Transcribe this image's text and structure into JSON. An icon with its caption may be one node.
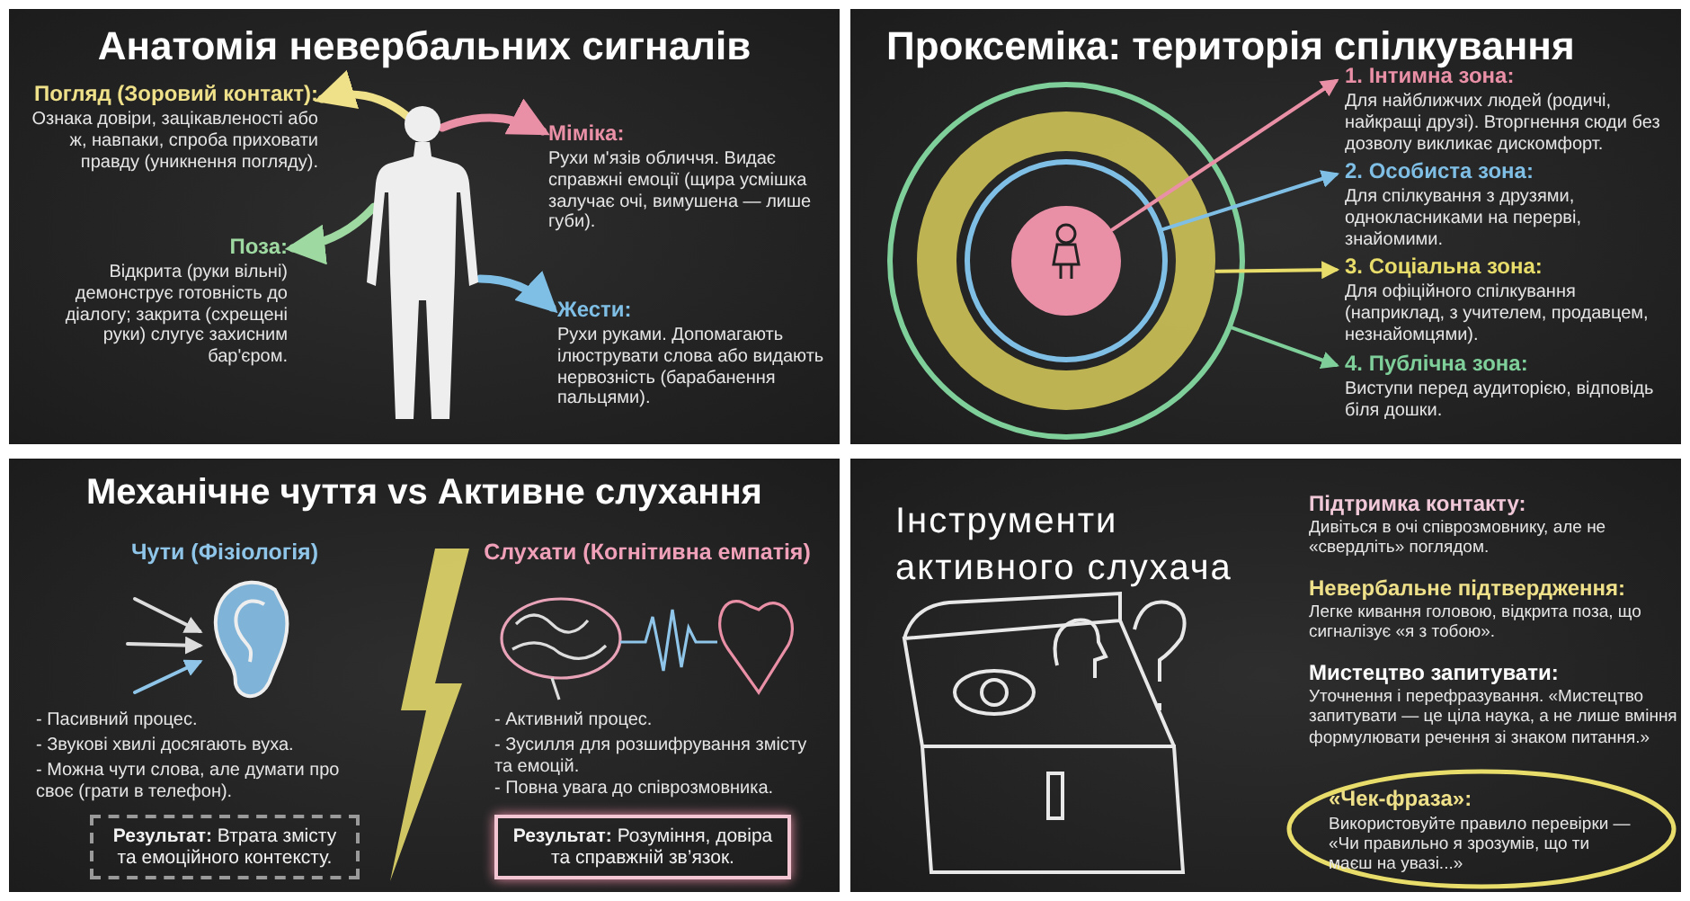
{
  "diagram": {
    "nodes": [
      {
        "text": [
          "Анатомія невербальних сигналів"
        ]
      },
      {
        "text": [
          "Погляд (Зоровий контакт):",
          "Ознака довіри, зацікавленості або ж, навпаки, спроба приховати правду (уникнення погляду)."
        ],
        "in": 0
      },
      {
        "text": [],
        "shape": "person",
        "in": 0
      },
      {
        "text": [
          "Міміка:",
          "Рухи м'язів обличчя. Видає справжні емоції (щира усмішка залучає очі, вимушена — лише губи)."
        ],
        "in": 0
      },
      {
        "text": [
          "Поза:",
          "Відкрита (руки вільні) демонструє готовність до діалогу; закрита (схрещені руки) слугує захисним бар'єром."
        ],
        "in": 0
      },
      {
        "text": [
          "Жести:",
          "Рухи руками. Допомагають ілюструвати слова або видають нервозність (барабанення пальцями)."
        ],
        "in": 0
      },
      {
        "text": [
          "Проксеміка: територія спілкування"
        ]
      },
      {
        "text": [],
        "shape": "circle",
        "in": 6
      },
      {
        "text": [],
        "shape": "circle",
        "in": 7
      },
      {
        "text": [],
        "shape": "circle",
        "in": 8
      },
      {
        "text": [],
        "shape": "circle",
        "in": 9
      },
      {
        "text": [
          "1. Інтимна зона:",
          "Для найближчих людей (родичі, найкращі друзі). Вторгнення сюди без дозволу викликає дискомфорт."
        ],
        "in": 6
      },
      {
        "text": [
          "2. Особиста зона:",
          "Для спілкування з друзями, однокласниками на перерві, знайомими."
        ],
        "in": 6
      },
      {
        "text": [
          "3. Соціальна зона:",
          "Для офіційного спілкування (наприклад, з учителем, продавцем, незнайомцями)."
        ],
        "in": 6
      },
      {
        "text": [
          "4. Публічна зона:",
          "Виступи перед аудиторією, відповідь біля дошки."
        ],
        "in": 6
      },
      {
        "text": [
          "Механічне чуття vs Активне слухання"
        ]
      },
      {
        "text": [],
        "shape": "picture",
        "in": 15
      },
      {
        "text": [
          "**Результат:** Втрата змісту та емоційного контексту."
        ],
        "in": 15
      },
      {
        "text": [
          "**Результат:** Розуміння, довіра та справжній зв’язок."
        ],
        "in": 15
      },
      {
        "text": [
          "Інструменти активного слухача"
        ]
      },
      {
        "text": [
          "«Чек-фраза»:",
          "Використовуйте правило перевірки — «Чи правильно я зрозумів, що ти маєш на увазі...»"
        ],
        "in": 19
      }
    ],
    "edges": [
      {
        "from": 2,
        "to": 1,
        "arrow": "to",
        "style": "thick",
        "color": "#efe08a"
      },
      {
        "from": 2,
        "to": 3,
        "arrow": "to",
        "style": "thick",
        "color": "#e98fa6"
      },
      {
        "from": 2,
        "to": 4,
        "arrow": "to",
        "style": "thick",
        "color": "#9fd9a2"
      },
      {
        "from": 2,
        "to": 5,
        "arrow": "to",
        "style": "thick",
        "color": "#7fbfe6"
      },
      {
        "from": 10,
        "to": 11,
        "arrow": "to",
        "color": "#e98fa6"
      },
      {
        "from": 9,
        "to": 12,
        "arrow": "to",
        "color": "#7fbfe6"
      },
      {
        "from": 8,
        "to": 13,
        "arrow": "to",
        "color": "#e8dc6a"
      },
      {
        "from": 7,
        "to": 14,
        "arrow": "to",
        "color": "#7fcf9a"
      },
      {
        "from": null,
        "to": 16,
        "arrow": "to",
        "color": "#dddddd"
      },
      {
        "from": null,
        "to": 16,
        "arrow": "to",
        "color": "#dddddd"
      },
      {
        "from": null,
        "to": 16,
        "arrow": "to",
        "color": "#8ec5e8"
      }
    ],
    "labels": [
      "Чути (Фізіологія)",
      "Слухати (Когнітивна емпатія)",
      "- Пасивний процес.",
      "- Звукові хвилі досягають вуха.",
      "- Можна чути слова, але думати про своє (грати в телефон).",
      "- Активний процес.",
      "- Зусилля для розшифрування змісту та емоцій.",
      "- Повна увага до співрозмовника.",
      "Підтримка контакту:",
      "Дивіться в очі співрозмовнику, але не «свердліть» поглядом.",
      "Невербальне підтвердження:",
      "Легке кивання головою, відкрита поза, що сигналізує «я з тобою».",
      "Мистецтво запитувати:",
      "Уточнення і перефразування. «Мистецтво запитувати — це ціла наука, а не лише вміння формулювати речення зі знаком питання.»"
    ]
  }
}
